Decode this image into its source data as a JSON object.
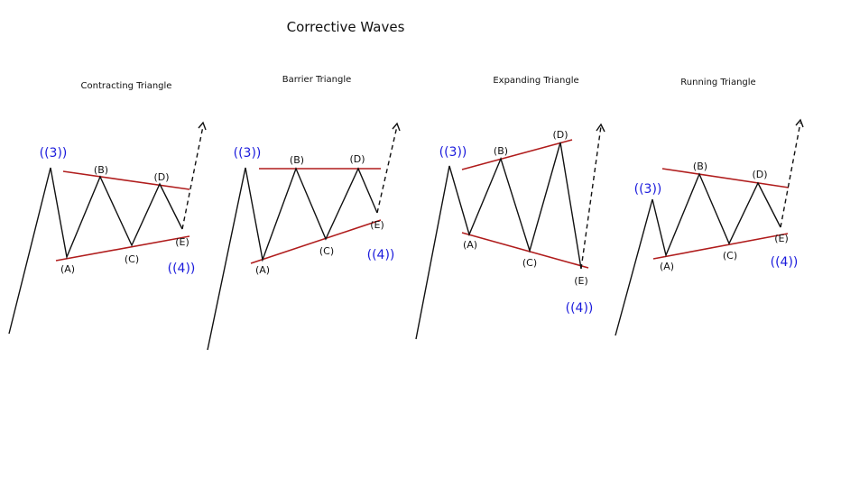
{
  "title": "Corrective Waves",
  "colors": {
    "price": "#111111",
    "channel": "#b01c1c",
    "degree": "#1a1adc"
  },
  "panels": [
    {
      "subtitle": "Contracting Triangle",
      "degree_start": "((3))",
      "degree_end": "((4))",
      "wave_labels": [
        "(A)",
        "(B)",
        "(C)",
        "(D)",
        "(E)"
      ]
    },
    {
      "subtitle": "Barrier Triangle",
      "degree_start": "((3))",
      "degree_end": "((4))",
      "wave_labels": [
        "(A)",
        "(B)",
        "(C)",
        "(D)",
        "(E)"
      ]
    },
    {
      "subtitle": "Expanding Triangle",
      "degree_start": "((3))",
      "degree_end": "((4))",
      "wave_labels": [
        "(A)",
        "(B)",
        "(C)",
        "(D)",
        "(E)"
      ]
    },
    {
      "subtitle": "Running Triangle",
      "degree_start": "((3))",
      "degree_end": "((4))",
      "wave_labels": [
        "(A)",
        "(B)",
        "(C)",
        "(D)",
        "(E)"
      ]
    }
  ]
}
